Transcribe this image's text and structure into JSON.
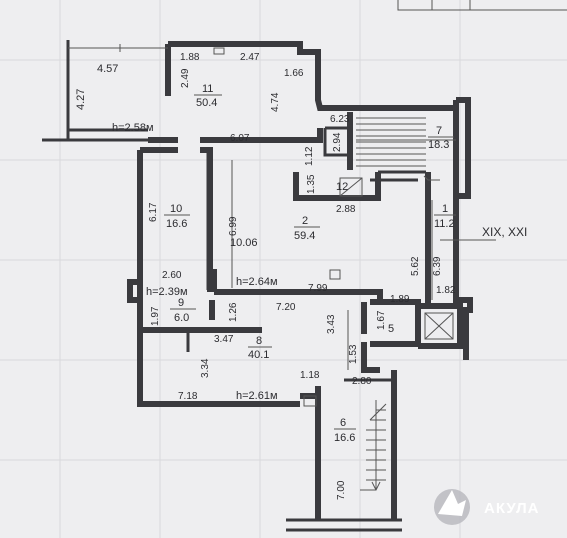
{
  "brand": {
    "name": "АКУЛА",
    "logo_icon": "shark-icon"
  },
  "axis_label": "XIX, XXI",
  "rooms": [
    {
      "num": "11",
      "area": "50.4"
    },
    {
      "num": "7",
      "area": "18.3"
    },
    {
      "num": "10",
      "area": "16.6"
    },
    {
      "num": "2",
      "area": "59.4"
    },
    {
      "num": "12",
      "area": ""
    },
    {
      "num": "1",
      "area": "11.2"
    },
    {
      "num": "9",
      "area": "6.0"
    },
    {
      "num": "8",
      "area": "40.1"
    },
    {
      "num": "5",
      "area": ""
    },
    {
      "num": "6",
      "area": "16.6"
    }
  ],
  "heights": [
    "h=2.58м",
    "h=2.64м",
    "h=2.39м",
    "h=2.61м"
  ],
  "dims": {
    "d457": "4.57",
    "d188": "1.88",
    "d247": "2.47",
    "d249": "2.49",
    "d166": "1.66",
    "d474": "4.74",
    "d427": "4.27",
    "d623": "6.23",
    "d294": "2.94",
    "d607": "6.07",
    "d112": "1.12",
    "d135": "1.35",
    "d288": "2.88",
    "d617": "6.17",
    "d699": "6.99",
    "d1006": "10.06",
    "d562": "5.62",
    "d639": "6.39",
    "d182": "1.82",
    "d260": "2.60",
    "d799": "7.99",
    "d189": "1.89",
    "d197": "1.97",
    "d126": "1.26",
    "d720": "7.20",
    "d167": "1.67",
    "d347": "3.47",
    "d343": "3.43",
    "d153": "1.53",
    "d334": "3.34",
    "d118": "1.18",
    "d280": "2.80",
    "d718": "7.18",
    "d700": "7.00"
  }
}
